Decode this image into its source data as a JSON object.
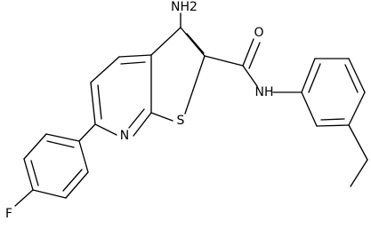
{
  "labels": {
    "nh2": "NH2",
    "o": "O",
    "nh": "NH",
    "s": "S",
    "n": "N",
    "f": "F"
  },
  "colors": {
    "bond": "#000000",
    "text": "#000000",
    "background": "#ffffff"
  }
}
